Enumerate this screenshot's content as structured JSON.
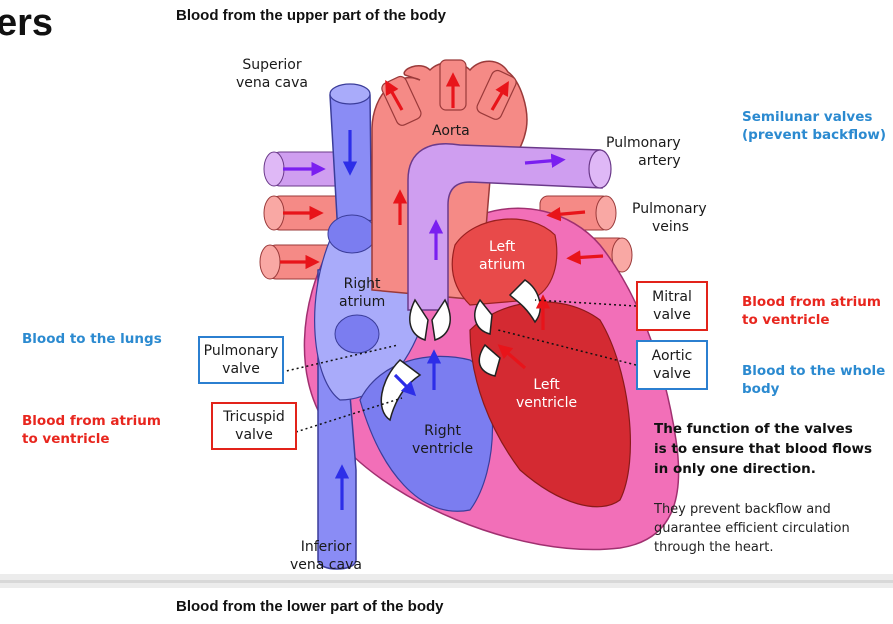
{
  "title_fragment": "ers",
  "top_caption": "Blood from the upper part of the body",
  "bottom_caption": "Blood from the lower part of the body",
  "structures": {
    "superior_vena_cava": [
      "Superior",
      "vena cava"
    ],
    "aorta": "Aorta",
    "pulmonary_artery": [
      "Pulmonary",
      "artery"
    ],
    "pulmonary_veins": [
      "Pulmonary",
      "veins"
    ],
    "left_atrium": [
      "Left",
      "atrium"
    ],
    "right_atrium": [
      "Right",
      "atrium"
    ],
    "right_ventricle": [
      "Right",
      "ventricle"
    ],
    "left_ventricle": [
      "Left",
      "ventricle"
    ],
    "inferior_vena_cava": [
      "Inferior",
      "vena cava"
    ]
  },
  "valves": {
    "pulmonary": "Pulmonary\nvalve",
    "tricuspid": "Tricuspid\nvalve",
    "mitral": "Mitral\nvalve",
    "aortic": "Aortic\nvalve"
  },
  "annotations": {
    "semilunar": [
      "Semilunar valves",
      "(prevent backflow)"
    ],
    "blood_to_lungs": "Blood to the lungs",
    "left_atrium_to_ventricle": [
      "Blood from atrium",
      "to ventricle"
    ],
    "right_atrium_to_ventricle": [
      "Blood from atrium",
      "to ventricle"
    ],
    "blood_to_body": [
      "Blood to the whole",
      "body"
    ]
  },
  "function_text": "The function of the valves\nis to ensure that blood flows\nin only one direction.",
  "note_text": "They prevent backflow and\nguarantee efficient circulation\nthrough the heart.",
  "colors": {
    "deoxygenated": "#8a8cf5",
    "oxygenated": "#f07272",
    "pulmonary_artery": "#cf9ef0",
    "heart_wall": "#f26fb8",
    "arrow_red": "#e8141a",
    "arrow_blue": "#2d2ee8",
    "blue_text": "#2b8ad0",
    "red_text": "#e8261e"
  }
}
